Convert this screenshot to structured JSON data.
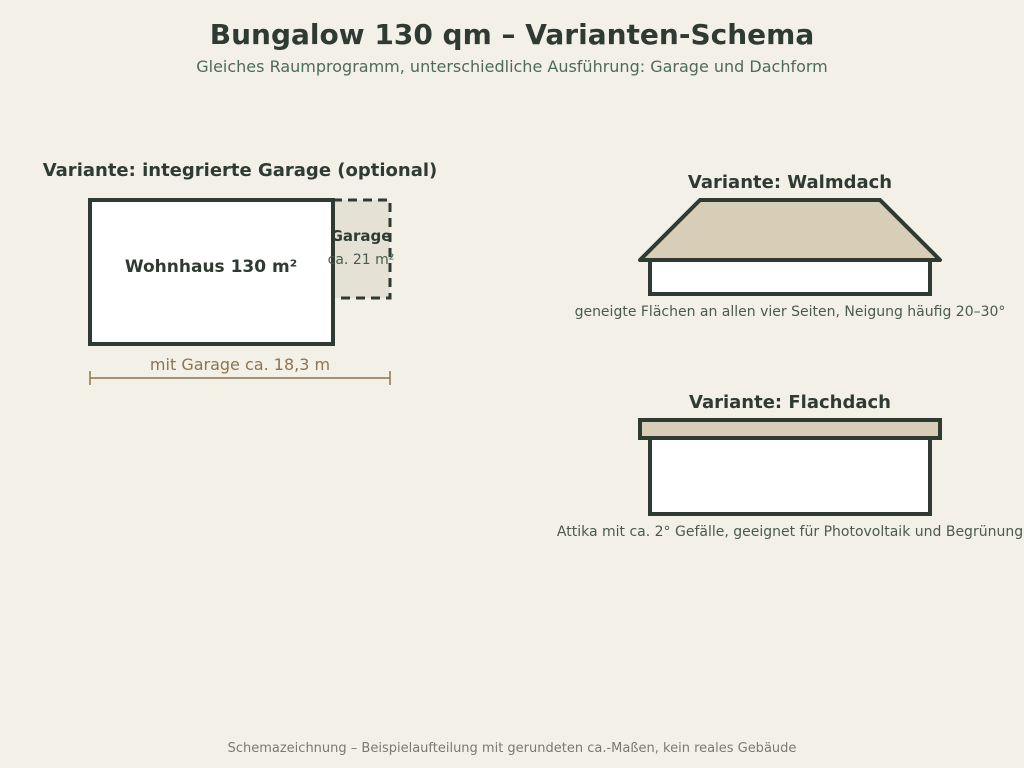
{
  "header": {
    "title": "Bungalow 130 qm – Varianten-Schema",
    "subtitle": "Gleiches Raumprogramm, unterschiedliche Ausführung: Garage und Dachform"
  },
  "garage_variant": {
    "heading": "Variante: integrierte Garage (optional)",
    "house_label": "Wohnhaus 130 m²",
    "garage_label": "Garage",
    "garage_area": "ca. 21 m²",
    "dimension_label": "mit Garage ca. 18,3 m"
  },
  "hip_roof_variant": {
    "heading": "Variante: Walmdach",
    "caption": "geneigte Flächen an allen vier Seiten, Neigung häufig 20–30°"
  },
  "flat_roof_variant": {
    "heading": "Variante: Flachdach",
    "caption": "Attika mit ca. 2° Gefälle, geeignet für Photovoltaik und Begrünung"
  },
  "footer": {
    "note": "Schemazeichnung – Beispielaufteilung mit gerundeten ca.-Maßen, kein reales Gebäude"
  },
  "colors": {
    "background": "#f3f0e8",
    "outline": "#2f3a33",
    "roof_fill": "#d8ceb8",
    "garage_fill": "#e6e1d5",
    "dimension": "#8d7450",
    "subtitle": "#4e6b55",
    "caption": "#4a5a4e",
    "footer": "#7a7a72"
  }
}
